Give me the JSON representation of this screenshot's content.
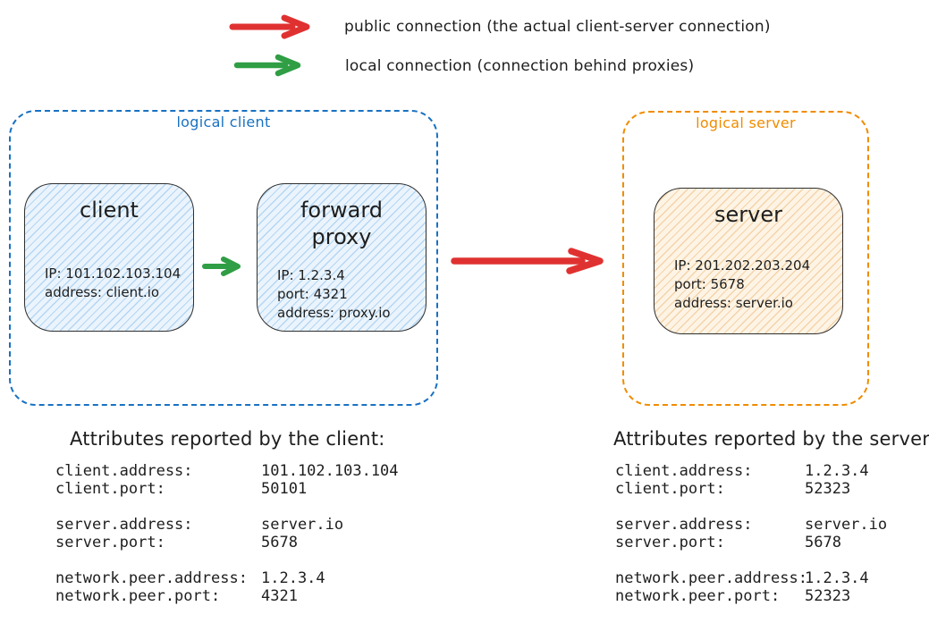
{
  "colors": {
    "public_arrow": "#e03131",
    "local_arrow": "#2f9e44",
    "logical_client_border": "#1971c2",
    "logical_server_border": "#f08c00",
    "ink": "#1e1e1e"
  },
  "legend": {
    "public_label": "public connection (the actual client-server connection)",
    "local_label": "local connection (connection behind proxies)"
  },
  "logical_client": {
    "label": "logical client",
    "client_node": {
      "title": "client",
      "lines": [
        "IP: 101.102.103.104",
        "address: client.io"
      ]
    },
    "proxy_node": {
      "title": "forward proxy",
      "lines": [
        "IP: 1.2.3.4",
        "port: 4321",
        "address: proxy.io"
      ]
    }
  },
  "logical_server": {
    "label": "logical server",
    "server_node": {
      "title": "server",
      "lines": [
        "IP: 201.202.203.204",
        "port: 5678",
        "address: server.io"
      ]
    }
  },
  "client_attributes": {
    "heading": "Attributes reported by the client:",
    "groups": [
      [
        {
          "key": "client.address:",
          "value": "101.102.103.104"
        },
        {
          "key": "client.port:",
          "value": "50101"
        }
      ],
      [
        {
          "key": "server.address:",
          "value": "server.io"
        },
        {
          "key": "server.port:",
          "value": "5678"
        }
      ],
      [
        {
          "key": "network.peer.address:",
          "value": "1.2.3.4"
        },
        {
          "key": "network.peer.port:",
          "value": "4321"
        }
      ]
    ]
  },
  "server_attributes": {
    "heading": "Attributes reported by the server:",
    "groups": [
      [
        {
          "key": "client.address:",
          "value": "1.2.3.4"
        },
        {
          "key": "client.port:",
          "value": "52323"
        }
      ],
      [
        {
          "key": "server.address:",
          "value": "server.io"
        },
        {
          "key": "server.port:",
          "value": "5678"
        }
      ],
      [
        {
          "key": "network.peer.address:",
          "value": "1.2.3.4"
        },
        {
          "key": "network.peer.port:",
          "value": "52323"
        }
      ]
    ]
  }
}
